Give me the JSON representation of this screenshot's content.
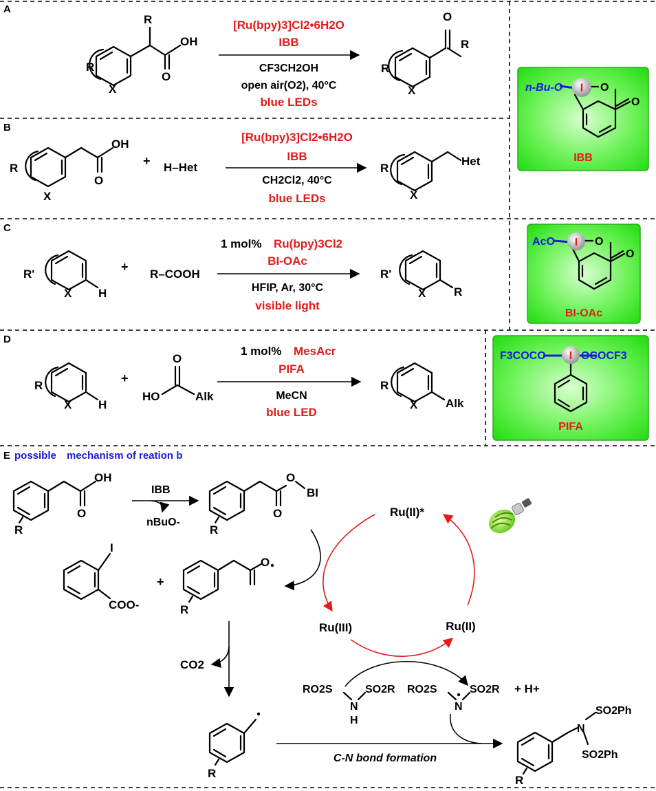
{
  "panels": {
    "A": {
      "letter": "A",
      "reagents": {
        "catalyst": "[Ru(bpy)3]Cl2•6H2O",
        "oxidant": "IBB",
        "solvent": "CF3CH2OH",
        "condition": "open air(O2), 40°C",
        "light": "blue LEDs"
      },
      "reactant_R": "R",
      "reactant_X": "X",
      "reactant_Ra": "R",
      "reactant_OH": "OH",
      "reactant_O": "O",
      "product_R": "R",
      "product_X": "X",
      "product_O": "O",
      "product_Rb": "R"
    },
    "B": {
      "letter": "B",
      "reagents": {
        "catalyst": "[Ru(bpy)3]Cl2•6H2O",
        "oxidant": "IBB",
        "solvent": "CH2Cl2, 40°C",
        "light": "blue LEDs"
      },
      "reactant_R": "R",
      "reactant_X": "X",
      "reactant_OH": "OH",
      "reactant_O": "O",
      "plus": "+",
      "partner": "H–Het",
      "product_R": "R",
      "product_X": "X",
      "product_Het": "Het"
    },
    "C": {
      "letter": "C",
      "reagents": {
        "catalyst_prefix": "1 mol%",
        "catalyst": "Ru(bpy)3Cl2",
        "oxidant": "BI-OAc",
        "solvent": "HFIP, Ar, 30°C",
        "light": "visible light"
      },
      "reactant_R": "R'",
      "reactant_X": "X",
      "reactant_H": "H",
      "plus": "+",
      "partner": "R–COOH",
      "product_R": "R'",
      "product_X": "X",
      "product_Rb": "R"
    },
    "D": {
      "letter": "D",
      "reagents": {
        "catalyst_prefix": "1 mol%",
        "catalyst": "MesAcr",
        "oxidant": "PIFA",
        "solvent": "MeCN",
        "light": "blue LED"
      },
      "reactant_R": "R",
      "reactant_X": "X",
      "reactant_H": "H",
      "plus": "+",
      "partner_O": "O",
      "partner_HO": "HO",
      "partner_Alk": "Alk",
      "product_R": "R",
      "product_X": "X",
      "product_Alk": "Alk"
    },
    "E": {
      "letter": "E",
      "title_a": "possible",
      "title_b": "mechanism of reation b"
    }
  },
  "reagent_boxes": {
    "IBB": {
      "substituent": "n-Bu-O",
      "iodine": "I",
      "O1": "O",
      "O2": "O",
      "name": "IBB"
    },
    "BIOAc": {
      "substituent": "AcO",
      "iodine": "I",
      "O1": "O",
      "O2": "O",
      "name": "BI-OAc"
    },
    "PIFA": {
      "left": "F3COCO",
      "iodine": "I",
      "right": "OCOCF3",
      "name": "PIFA"
    }
  },
  "mechanism": {
    "start_OH": "OH",
    "start_O": "O",
    "start_R": "R",
    "step1_reagent": "IBB",
    "step1_byproduct": "nBuO-",
    "ester_O": "O",
    "ester_O2": "O",
    "ester_BI": "BI",
    "ester_R": "R",
    "iodo_I": "I",
    "iodo_COO": "COO-",
    "plus": "+",
    "radical_O": "O",
    "radical_R": "R",
    "co2": "CO2",
    "benzyl_R": "R",
    "bond_formation": "C-N bond formation",
    "ru_star": "Ru(II)*",
    "ru3": "Ru(III)",
    "ru2": "Ru(II)",
    "sulfonamide": {
      "left": "RO2S",
      "N": "N",
      "H": "H",
      "right": "SO2R"
    },
    "radical_sulfonamide": {
      "left": "RO2S",
      "N": "N",
      "right": "SO2R",
      "proton": "+ H+"
    },
    "product": {
      "N": "N",
      "top": "SO2Ph",
      "bottom": "SO2Ph",
      "R": "R"
    }
  },
  "colors": {
    "red": "#e31b1b",
    "blue": "#1a1adb",
    "green": "#33ee22",
    "black": "#000000"
  }
}
